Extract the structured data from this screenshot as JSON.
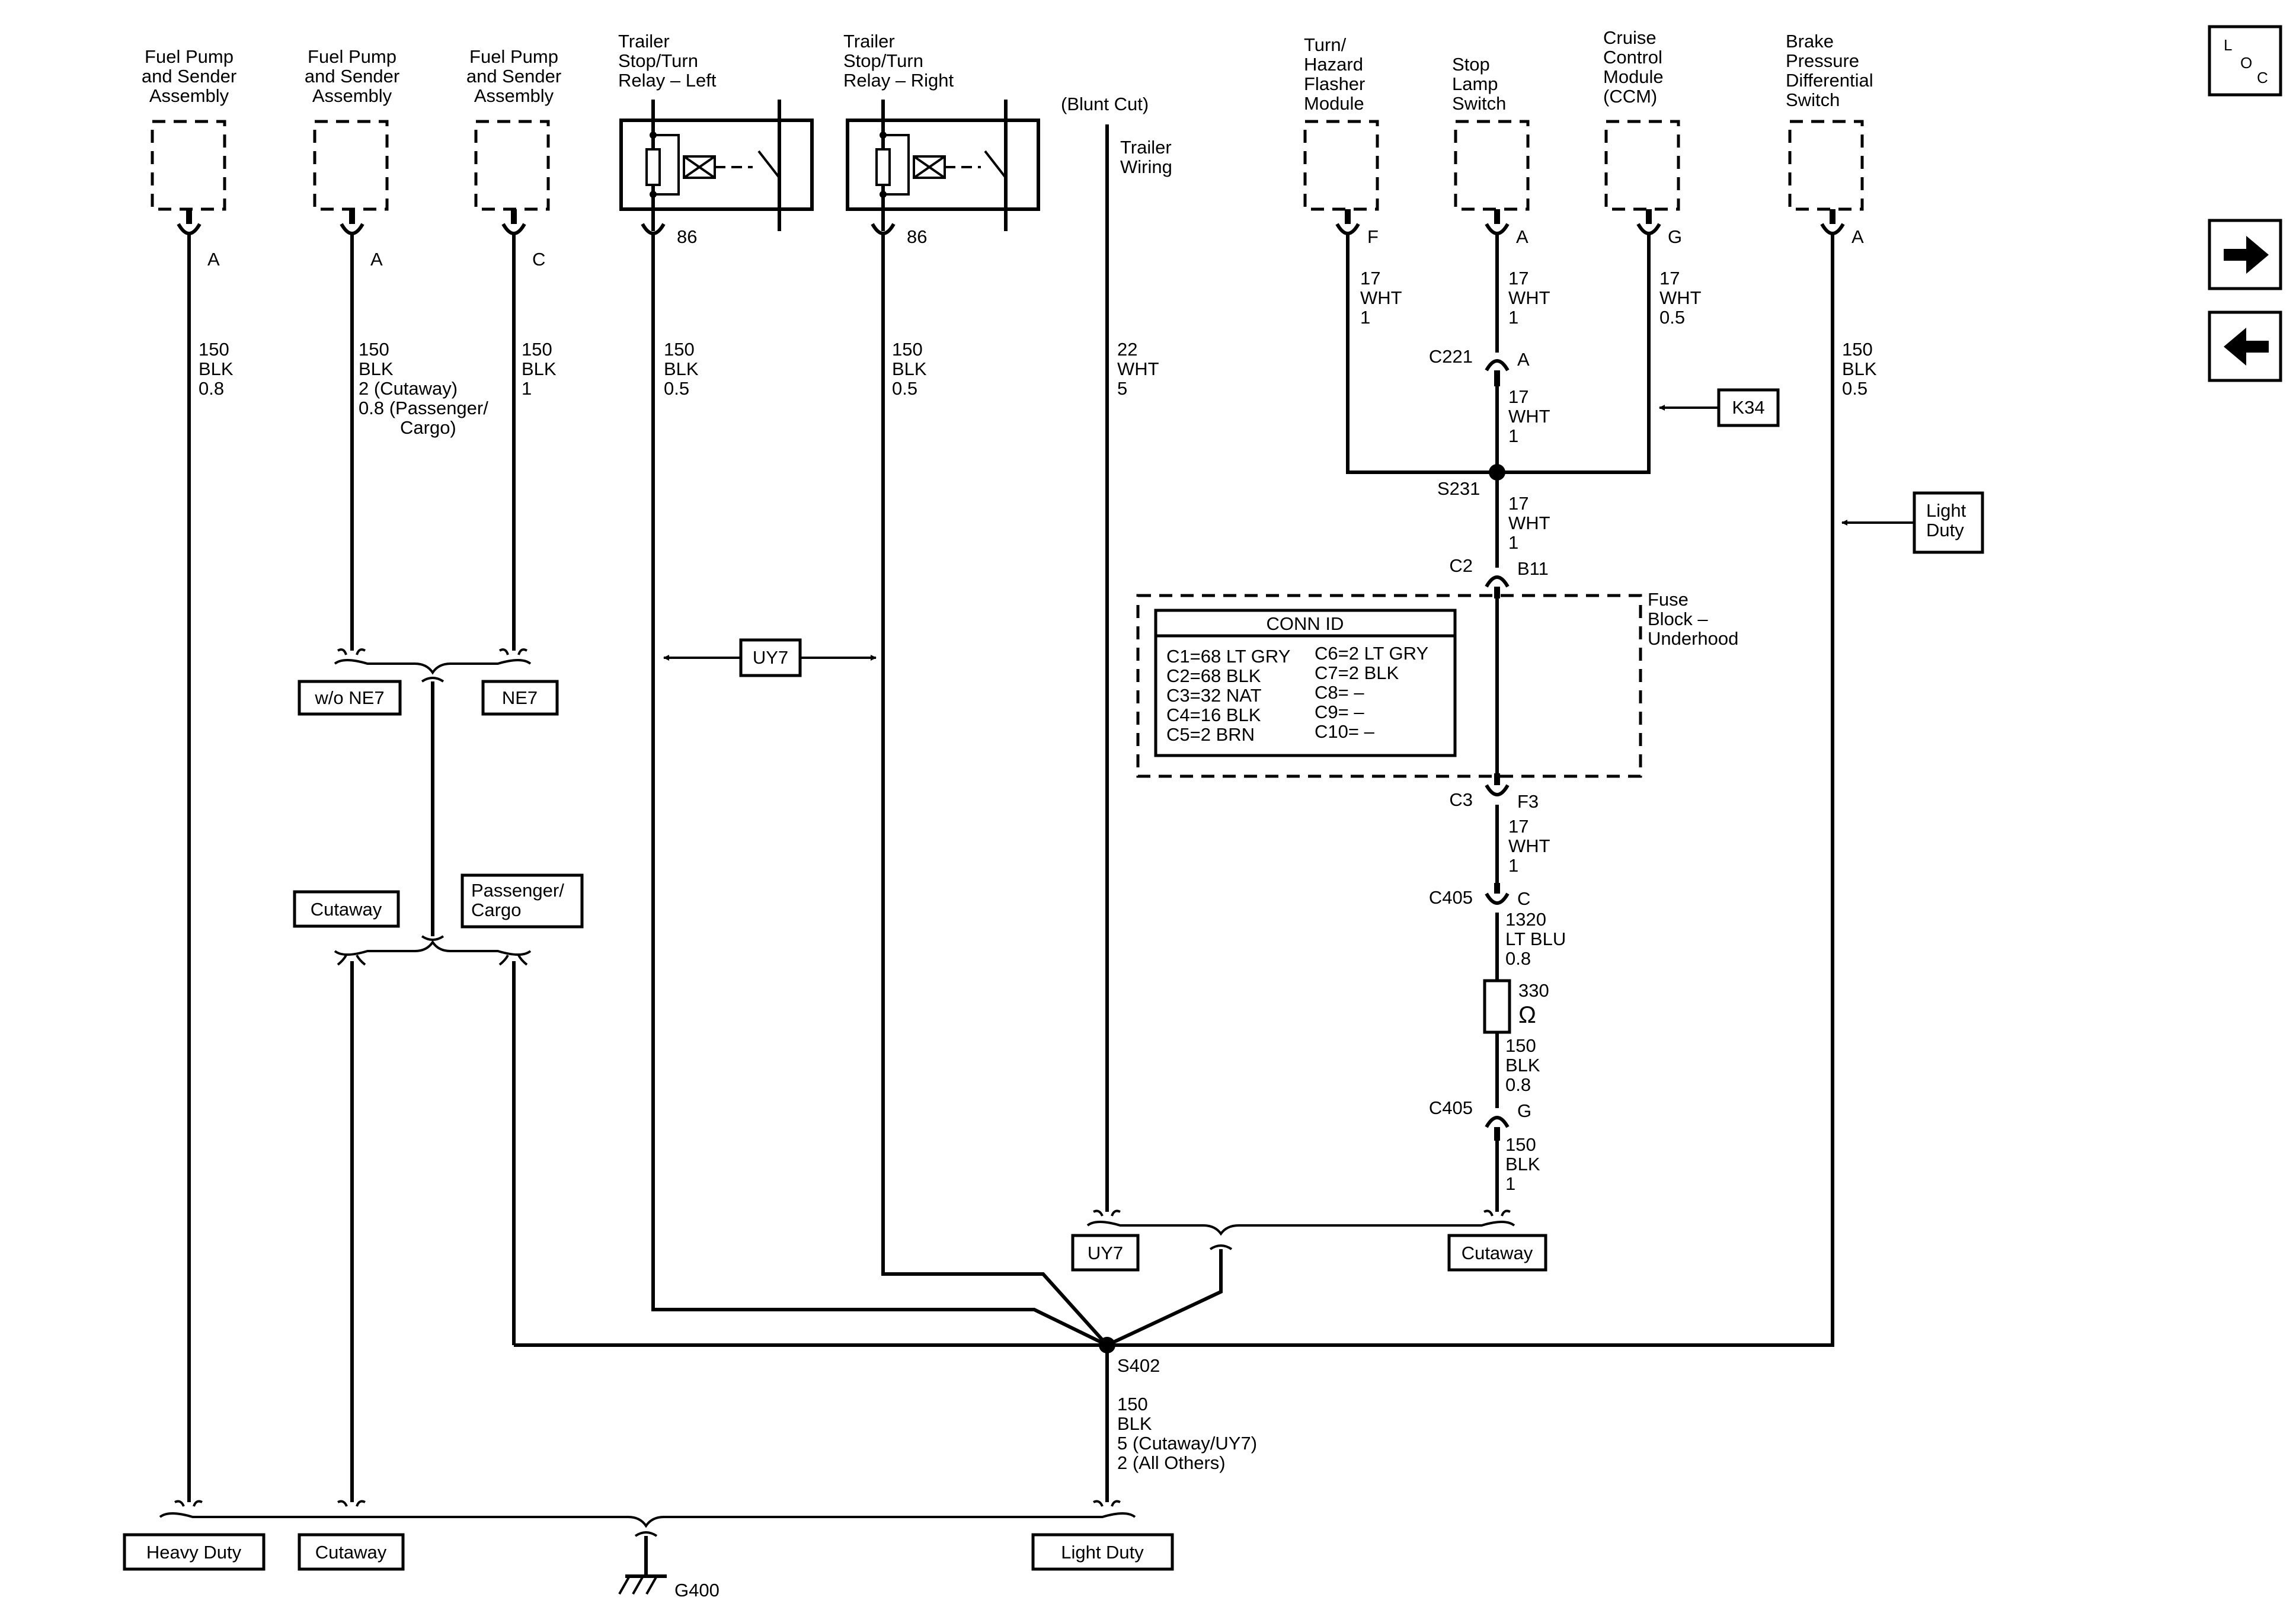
{
  "components": {
    "fuel_pump_1": [
      "Fuel Pump",
      "and Sender",
      "Assembly"
    ],
    "fuel_pump_2": [
      "Fuel Pump",
      "and Sender",
      "Assembly"
    ],
    "fuel_pump_3": [
      "Fuel Pump",
      "and Sender",
      "Assembly"
    ],
    "relay_left": [
      "Trailer",
      "Stop/Turn",
      "Relay – Left"
    ],
    "relay_right": [
      "Trailer",
      "Stop/Turn",
      "Relay – Right"
    ],
    "blunt_cut": "(Blunt Cut)",
    "trailer_wiring": [
      "Trailer",
      "Wiring"
    ],
    "turn_hazard": [
      "Turn/",
      "Hazard",
      "Flasher",
      "Module"
    ],
    "stop_lamp": [
      "Stop",
      "Lamp",
      "Switch"
    ],
    "cruise": [
      "Cruise",
      "Control",
      "Module",
      "(CCM)"
    ],
    "brake_pressure": [
      "Brake",
      "Pressure",
      "Differential",
      "Switch"
    ],
    "fuse_block": [
      "Fuse",
      "Block –",
      "Underhood"
    ]
  },
  "pins": {
    "fp1": "A",
    "fp2": "A",
    "fp3": "C",
    "rl": "86",
    "rr": "86",
    "turn": "F",
    "stop": "A",
    "cruise": "G",
    "brake": "A",
    "c221": "A",
    "c2": "B11",
    "c3": "F3",
    "c405a": "C",
    "c405b": "G"
  },
  "connectors": {
    "c221": "C221",
    "c2": "C2",
    "c3": "C3",
    "c405a": "C405",
    "c405b": "C405"
  },
  "splices": {
    "s231": "S231",
    "s402": "S402"
  },
  "wires": {
    "fp1": [
      "150",
      "BLK",
      "0.8"
    ],
    "fp2": [
      "150",
      "BLK",
      "2 (Cutaway)",
      "0.8 (Passenger/",
      "Cargo)"
    ],
    "fp3": [
      "150",
      "BLK",
      "1"
    ],
    "rl": [
      "150",
      "BLK",
      "0.5"
    ],
    "rr": [
      "150",
      "BLK",
      "0.5"
    ],
    "trailer": [
      "22",
      "WHT",
      "5"
    ],
    "turn": [
      "17",
      "WHT",
      "1"
    ],
    "stop": [
      "17",
      "WHT",
      "1"
    ],
    "cruise": [
      "17",
      "WHT",
      "0.5"
    ],
    "c221_below": [
      "17",
      "WHT",
      "1"
    ],
    "s231_below": [
      "17",
      "WHT",
      "1"
    ],
    "c3_below": [
      "17",
      "WHT",
      "1"
    ],
    "c405_below": [
      "1320",
      "LT BLU",
      "0.8"
    ],
    "resistor_below": [
      "150",
      "BLK",
      "0.8"
    ],
    "c405g_below": [
      "150",
      "BLK",
      "1"
    ],
    "brake": [
      "150",
      "BLK",
      "0.5"
    ],
    "s402_below": [
      "150",
      "BLK",
      "5 (Cutaway/UY7)",
      "2 (All Others)"
    ]
  },
  "resistor": {
    "value": "330",
    "unit": "Ω"
  },
  "options": {
    "wo_ne7": "w/o NE7",
    "ne7": "NE7",
    "cutaway_mid": "Cutaway",
    "passenger_cargo": [
      "Passenger/",
      "Cargo"
    ],
    "uy7_arrow": "UY7",
    "k34": "K34",
    "light_duty_arrow": [
      "Light",
      "Duty"
    ],
    "uy7_bottom": "UY7",
    "cutaway_right": "Cutaway",
    "heavy_duty": "Heavy Duty",
    "cutaway_bottom": "Cutaway",
    "light_duty_bottom": "Light Duty"
  },
  "conn_id": {
    "title": "CONN ID",
    "left": [
      "C1=68 LT GRY",
      "C2=68 BLK",
      "C3=32 NAT",
      "C4=16 BLK",
      "C5=2 BRN"
    ],
    "right": [
      "C6=2 LT GRY",
      "C7=2 BLK",
      "C8= –",
      "C9= –",
      "C10= –"
    ]
  },
  "ground": "G400",
  "loc": {
    "l": "L",
    "o": "O",
    "c": "C"
  },
  "nav": {
    "forward": "arrow-right-icon",
    "back": "arrow-left-icon"
  }
}
